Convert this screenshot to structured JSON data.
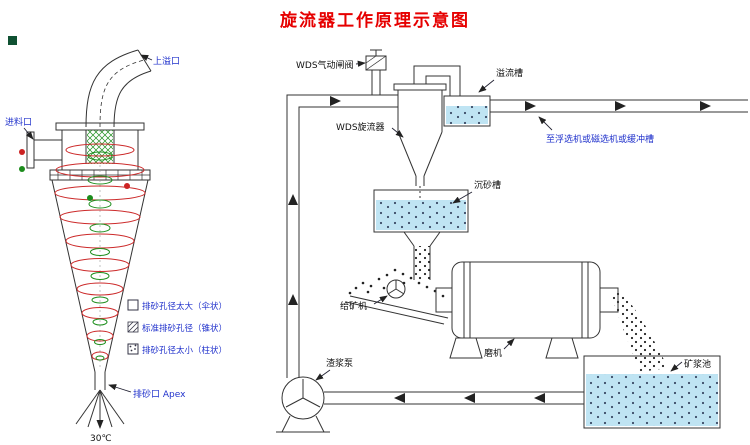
{
  "title": "旋流器工作原理示意图",
  "colors": {
    "title": "#e60000",
    "label_blue": "#2233cc",
    "line": "#333333",
    "water": "#bfe4f3",
    "spiral_red": "#cc2a2a",
    "spiral_green": "#1e8f1e"
  },
  "cyclone": {
    "overflow_port": "上溢口",
    "feed_inlet": "进料口",
    "apex": "排砂口 Apex",
    "temperature": "30℃",
    "legend": [
      {
        "label": "排砂孔径太大（伞状）"
      },
      {
        "label": "标准排砂孔径（锥状）"
      },
      {
        "label": "排砂孔径太小（柱状）"
      }
    ]
  },
  "flow": {
    "valve": "WDS气动闸阀",
    "cyclone": "WDS旋流器",
    "overflow_tank": "溢流槽",
    "destination": "至浮选机或磁选机或缓冲槽",
    "sand_tank": "沉砂槽",
    "feeder": "给矿机",
    "mill": "磨机",
    "pump": "渣浆泵",
    "slurry_pool": "矿浆池"
  }
}
